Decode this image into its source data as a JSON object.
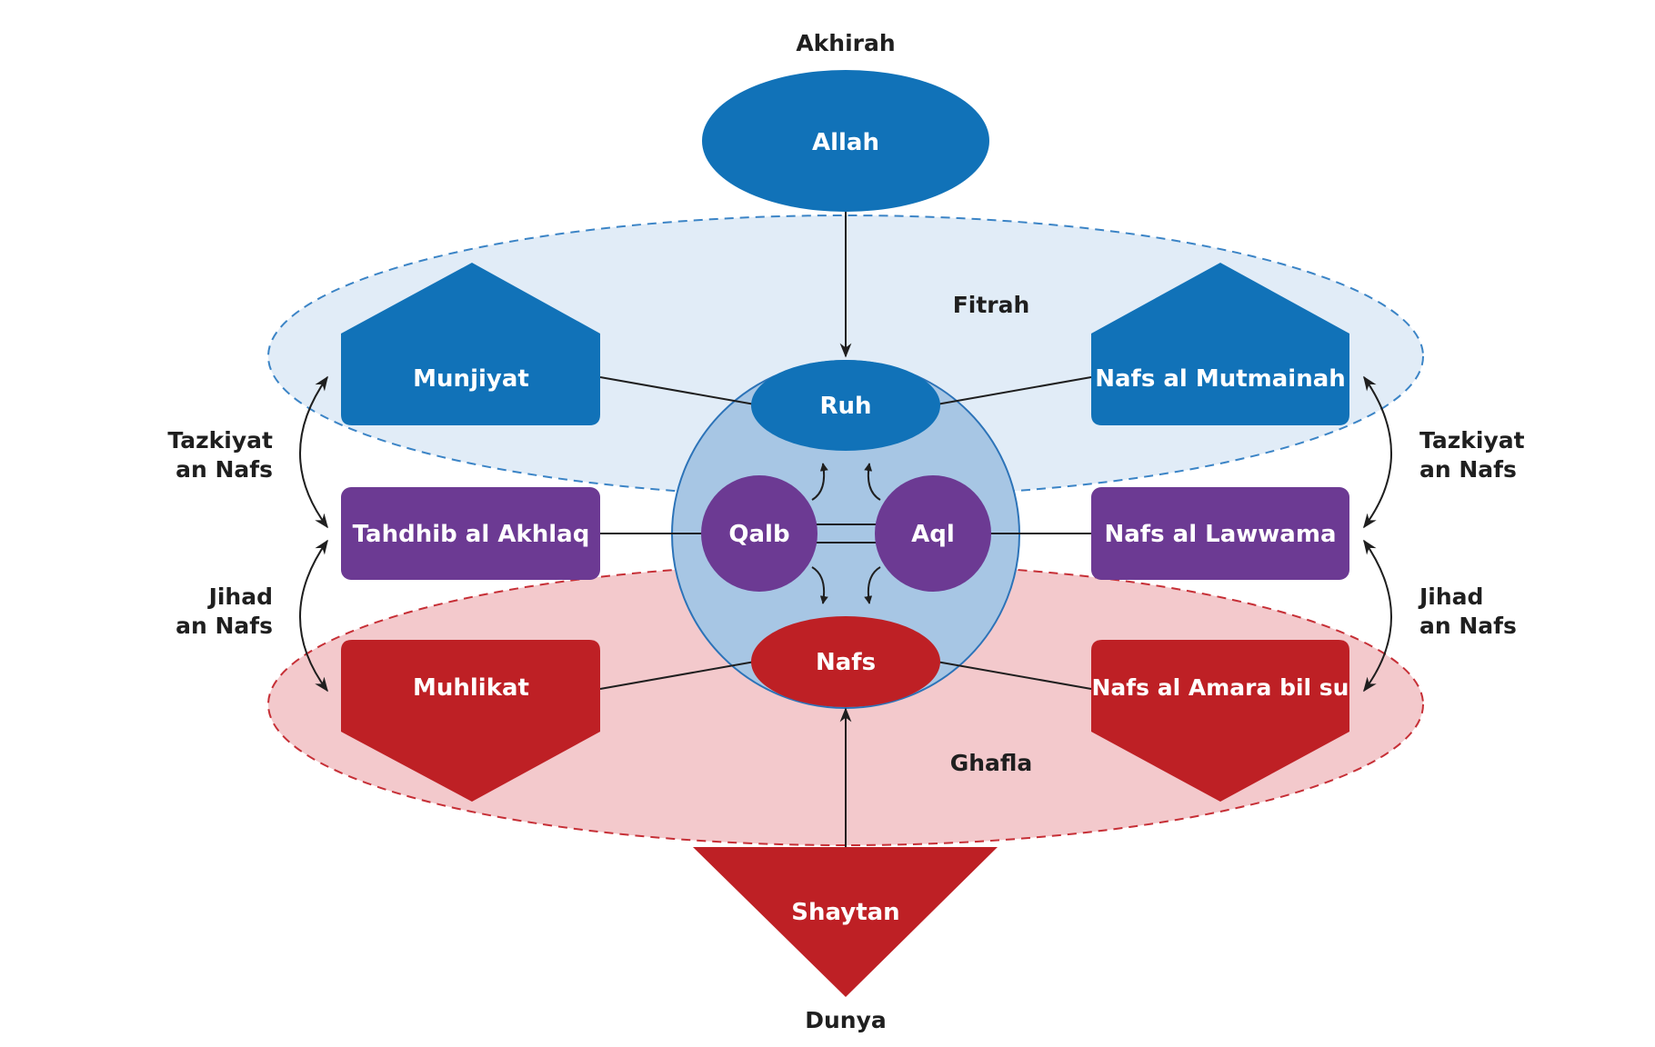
{
  "labels": {
    "akhirah": "Akhirah",
    "dunya": "Dunya",
    "fitrah": "Fitrah",
    "ghafla": "Ghafla",
    "tazkiyat_left_1": "Tazkiyat",
    "tazkiyat_left_2": "an Nafs",
    "jihad_left_1": "Jihad",
    "jihad_left_2": "an Nafs",
    "tazkiyat_right_1": "Tazkiyat",
    "tazkiyat_right_2": "an Nafs",
    "jihad_right_1": "Jihad",
    "jihad_right_2": "an Nafs"
  },
  "nodes": {
    "allah": "Allah",
    "ruh": "Ruh",
    "qalb": "Qalb",
    "aql": "Aql",
    "nafs": "Nafs",
    "shaytan": "Shaytan",
    "munjiyat": "Munjiyat",
    "tahdhib": "Tahdhib al Akhlaq",
    "muhlikat": "Muhlikat",
    "mutmainah": "Nafs al Mutmainah",
    "lawwama": "Nafs al Lawwama",
    "amara": "Nafs al Amara bil su"
  },
  "colors": {
    "blue": "#1172b8",
    "purple": "#6c3a93",
    "red": "#be2025",
    "fitrah_fill": "#deeaf6",
    "fitrah_stroke": "#3b84c6",
    "ghafla_fill": "#f3c9cc",
    "ghafla_stroke": "#c62f36",
    "sphere_fill": "#a7c6e4",
    "sphere_stroke": "#2c73b8",
    "line": "#1f1f1f"
  }
}
